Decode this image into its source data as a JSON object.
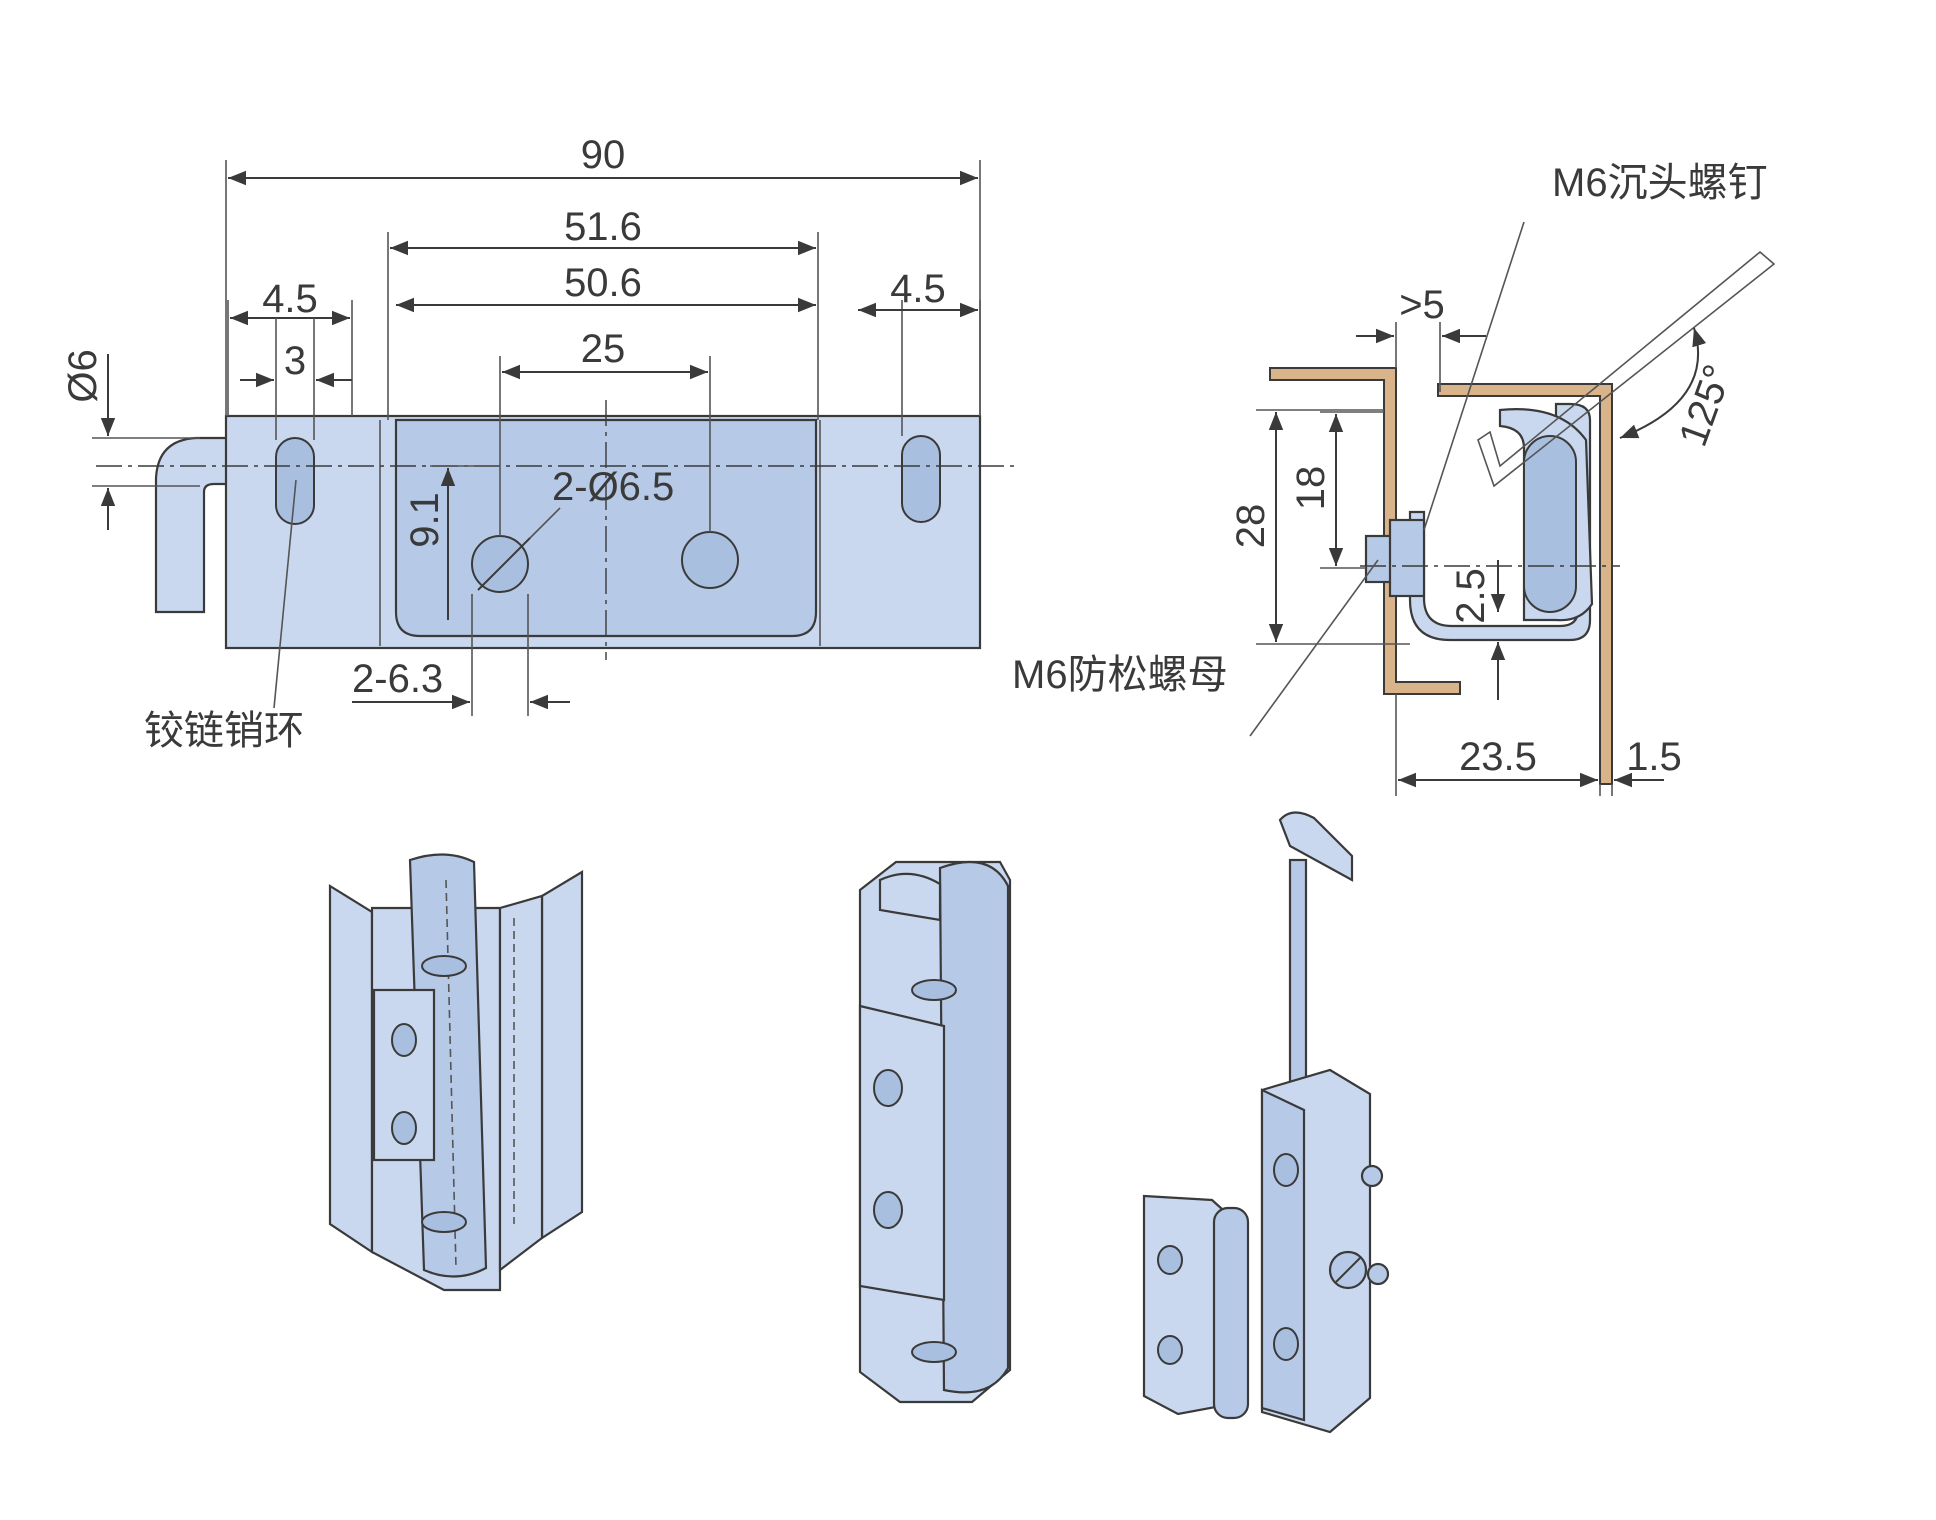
{
  "front_view": {
    "dim_overall": "90",
    "dim_outer_plate": "51.6",
    "dim_inner_plate": "50.6",
    "dim_hole_spacing": "25",
    "dim_slot_left": "4.5",
    "dim_slot_width": "3",
    "dim_slot_right": "4.5",
    "dim_pin_diameter": "Ø6",
    "dim_hole_offset": "9.1",
    "label_holes": "2-Ø6.5",
    "label_slots": "2-6.3",
    "label_pin_ring": "铰链销环"
  },
  "side_view": {
    "label_screw": "M6沉头螺钉",
    "label_nut": "M6防松螺母",
    "dim_gap": ">5",
    "dim_height_total": "28",
    "dim_height_hinge": "18",
    "dim_offset": "2.5",
    "dim_depth": "23.5",
    "dim_thickness": "1.5",
    "dim_angle": "125°"
  },
  "colors": {
    "part_fill": "#c9d8ee",
    "panel_fill": "#d9b48a",
    "line": "#3a3a3a"
  }
}
